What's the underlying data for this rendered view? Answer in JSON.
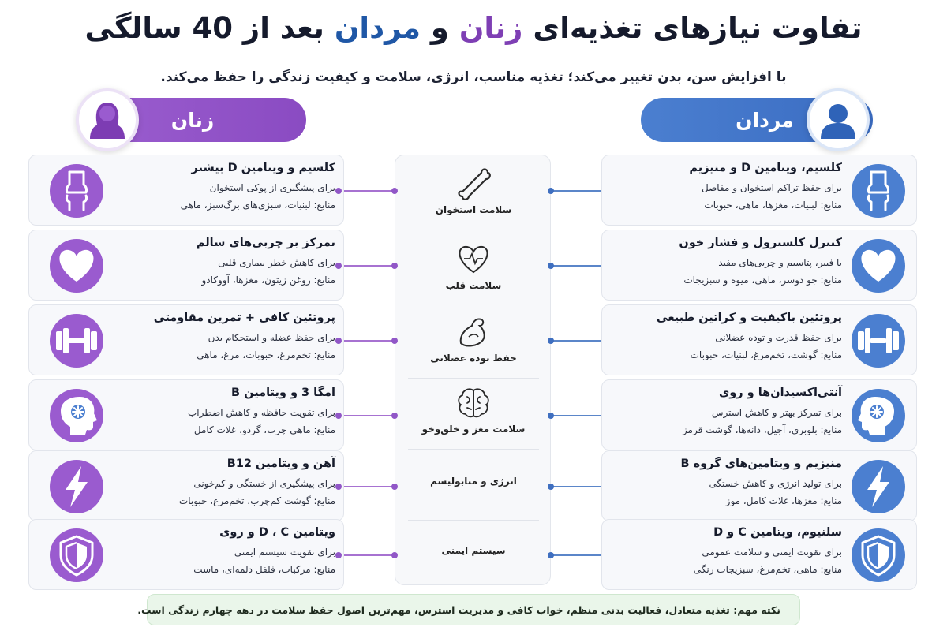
{
  "title": {
    "part1": "تفاوت نیازهای تغذیه‌ای",
    "women": "زنان",
    "and": "و",
    "men": "مردان",
    "part2": "بعد از 40 سالگی"
  },
  "subtitle": "با افزایش سن، بدن تغییر می‌کند؛ تغذیه مناسب، انرژی، سلامت و کیفیت زندگی را حفظ می‌کند.",
  "headers": {
    "men": "مردان",
    "women": "زنان"
  },
  "colors": {
    "men": "#4b7fd0",
    "women": "#9a5bcf",
    "note_bg": "#eaf6ea"
  },
  "categories": [
    {
      "label": "سلامت استخوان",
      "icon": "bone-icon"
    },
    {
      "label": "سلامت قلب",
      "icon": "heart-pulse-icon"
    },
    {
      "label": "حفظ توده عضلانی",
      "icon": "arm-muscle-icon"
    },
    {
      "label": "سلامت مغز و خلق‌وخو",
      "icon": "brain-icon"
    },
    {
      "label": "انرژی و متابولیسم",
      "icon": ""
    },
    {
      "label": "سیستم ایمنی",
      "icon": ""
    }
  ],
  "men": [
    {
      "title": "کلسیم، ویتامین D و منیزیم",
      "desc": "برای حفظ تراکم استخوان و مفاصل",
      "sources": "منابع: لبنیات، مغزها، ماهی، حبوبات",
      "icon": "knee-joint-icon"
    },
    {
      "title": "کنترل کلسترول و فشار خون",
      "desc": "با فیبر، پتاسیم و چربی‌های مفید",
      "sources": "منابع: جو دوسر، ماهی، میوه و سبزیجات",
      "icon": "heart-icon"
    },
    {
      "title": "پروتئین باکیفیت و کراتین طبیعی",
      "desc": "برای حفظ قدرت و توده عضلانی",
      "sources": "منابع: گوشت، تخم‌مرغ، لبنیات، حبوبات",
      "icon": "dumbbell-icon"
    },
    {
      "title": "آنتی‌اکسیدان‌ها و روی",
      "desc": "برای تمرکز بهتر و کاهش استرس",
      "sources": "منابع: بلوبری، آجیل، دانه‌ها، گوشت قرمز",
      "icon": "head-brain-icon"
    },
    {
      "title": "منیزیم و ویتامین‌های گروه B",
      "desc": "برای تولید انرژی و کاهش خستگی",
      "sources": "منابع: مغزها، غلات کامل، موز",
      "icon": "lightning-icon"
    },
    {
      "title": "سلنیوم، ویتامین C و D",
      "desc": "برای تقویت ایمنی و سلامت عمومی",
      "sources": "منابع: ماهی، تخم‌مرغ، سبزیجات رنگی",
      "icon": "shield-icon"
    }
  ],
  "women": [
    {
      "title": "کلسیم و ویتامین D بیشتر",
      "desc": "برای پیشگیری از پوکی استخوان",
      "sources": "منابع: لبنیات، سبزی‌های برگ‌سبز، ماهی",
      "icon": "knee-joint-icon"
    },
    {
      "title": "تمرکز بر چربی‌های سالم",
      "desc": "برای کاهش خطر بیماری قلبی",
      "sources": "منابع: روغن زیتون، مغزها، آووکادو",
      "icon": "heart-icon"
    },
    {
      "title": "پروتئین کافی + تمرین مقاومتی",
      "desc": "برای حفظ عضله و استحکام بدن",
      "sources": "منابع: تخم‌مرغ، حبوبات، مرغ، ماهی",
      "icon": "dumbbell-icon"
    },
    {
      "title": "امگا 3 و ویتامین B",
      "desc": "برای تقویت حافظه و کاهش اضطراب",
      "sources": "منابع: ماهی چرب، گردو، غلات کامل",
      "icon": "head-brain-icon"
    },
    {
      "title": "آهن و ویتامین B12",
      "desc": "برای پیشگیری از خستگی و کم‌خونی",
      "sources": "منابع: گوشت کم‌چرب، تخم‌مرغ، حبوبات",
      "icon": "lightning-icon"
    },
    {
      "title": "ویتامین D ، C و روی",
      "desc": "برای تقویت سیستم ایمنی",
      "sources": "منابع: مرکبات، فلفل دلمه‌ای، ماست",
      "icon": "shield-icon"
    }
  ],
  "note": "نکته مهم: تغذیه متعادل، فعالیت بدنی منظم، خواب کافی و مدیریت استرس، مهم‌ترین اصول حفظ سلامت در دهه چهارم زندگی است."
}
